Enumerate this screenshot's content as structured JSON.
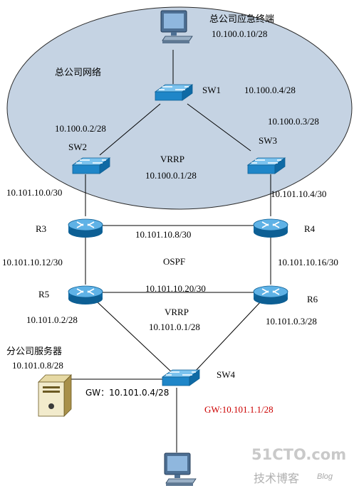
{
  "hq": {
    "area_label": "总公司网络",
    "emergency_terminal": {
      "name": "总公司应急终端",
      "ip": "10.100.0.10/28"
    },
    "sw1": {
      "name": "SW1",
      "ip": "10.100.0.4/28"
    },
    "sw2": {
      "name": "SW2",
      "ip": "10.100.0.2/28"
    },
    "sw3": {
      "name": "SW3",
      "ip": "10.100.0.3/28"
    },
    "vrrp": {
      "label": "VRRP",
      "ip": "10.100.0.1/28"
    }
  },
  "routers": {
    "r3": "R3",
    "r4": "R4",
    "r5": "R5",
    "r6": "R6"
  },
  "links": {
    "sw2_r3": "10.101.10.0/30",
    "sw3_r4": "10.101.10.4/30",
    "r3_r4": "10.101.10.8/30",
    "r3_r5": "10.101.10.12/30",
    "r4_r6": "10.101.10.16/30",
    "r5_r6": "10.101.10.20/30",
    "routing": "OSPF"
  },
  "branch": {
    "r5_ip": "10.101.0.2/28",
    "r6_ip": "10.101.0.3/28",
    "vrrp": {
      "label": "VRRP",
      "ip": "10.101.0.1/28"
    },
    "server": {
      "name": "分公司服务器",
      "ip": "10.101.0.8/28"
    },
    "server_gw": "GW：10.101.0.4/28",
    "sw4": {
      "name": "SW4",
      "gw": "GW:10.101.1.1/28"
    }
  },
  "watermark": {
    "site": "51CTO.com",
    "cn": "技术博客",
    "blog": "Blog"
  },
  "colors": {
    "ellipse_fill": "#c5d3e3",
    "device_blue": "#1f86c8",
    "device_dark": "#0d5f94",
    "gw_red": "#cc0000"
  }
}
